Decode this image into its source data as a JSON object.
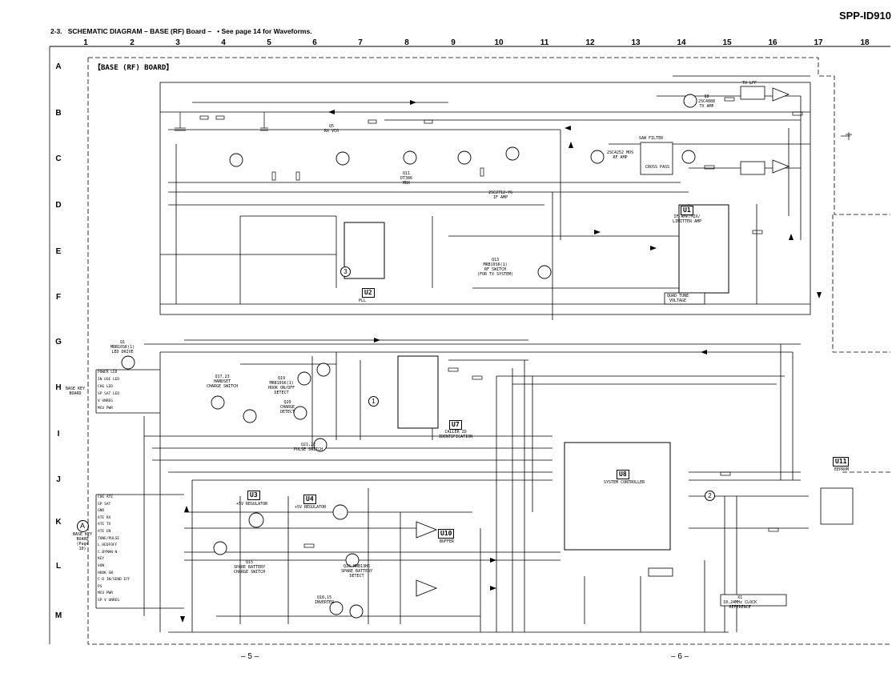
{
  "header": {
    "model": "SPP-ID910",
    "section": "2-3.",
    "title": "SCHEMATIC  DIAGRAM  – BASE (RF) Board –",
    "note": "• See page 14 for Waveforms."
  },
  "grid": {
    "columns": [
      "1",
      "2",
      "3",
      "4",
      "5",
      "6",
      "7",
      "8",
      "9",
      "10",
      "11",
      "12",
      "13",
      "14",
      "15",
      "16",
      "17",
      "18"
    ],
    "rows": [
      "A",
      "B",
      "C",
      "D",
      "E",
      "F",
      "G",
      "H",
      "I",
      "J",
      "K",
      "L",
      "M"
    ]
  },
  "board_title": "【BASE (RF)  BOARD】",
  "chips": {
    "u1": "U1",
    "u1_desc": "IF AMP/MIX/\nLIMITTER AMP",
    "u2": "U2",
    "u2_desc": "PLL",
    "u3": "U3",
    "u3_desc": "+5V REGULATOR",
    "u4": "U4",
    "u4_desc": "+5V REGULATOR",
    "u7": "U7",
    "u7_desc": "CALLER ID\nIDENTIFICATION",
    "u8": "U8",
    "u8_desc": "SYSTEM CONTROLLER",
    "u10": "U10",
    "u10_desc": "BUFFER",
    "u11": "U11",
    "u11_desc": "EEPROM"
  },
  "transistors": {
    "q_led": "Q1\nMRB10SK(1)\nLED DRIVE",
    "q_rxvco": "Q5\nRX VCO",
    "q_txamp": "Q8\n2SC4888\nTX AMP",
    "q_rxmix": "2SC4252 MOS\nRF AMP",
    "q_dbl": "Q11\nDT386\nMBX",
    "q_ifamp": "2SC2712-YG\nIF AMP",
    "q_swtx": "Q13\nMRB10SK(1)\nRF SWITCH\n(FOR TX SYSTEM)",
    "q_handset": "Q17,23\nHANDSET\nCHARGE SWITCH",
    "q_hook": "Q19\nMRB10SK(1)\nHOOK ON/OFF\nDETECT",
    "q_charge": "Q20\nCHARGE\nDETECT",
    "q_pulse": "Q21,22\nPULSE SWITCH",
    "q_spare_det": "Q16 MRB13H5\nSPARE BATTERY\nDETECT",
    "q_spare_sw": "Q15\nSPARE BATTERY\nCHARGE SWITCH",
    "q_inv": "Q18,15\nINVERTER"
  },
  "connectors": {
    "base_key": "BASE KEY\nBOARD",
    "base_key_lines": [
      "POWER LED",
      "IN USE LED",
      "CHG LED",
      "SP SAT LED",
      "V UNREG",
      "MCU PWR"
    ],
    "a_label": "A",
    "a_desc": "BASE KEY\nBOARD\n(Page\n10)",
    "a_lines": [
      "CHG ATE",
      "SP SAT",
      "GND",
      "ATE RX",
      "ATE TX",
      "ATE EN",
      "TONE/PULSE",
      "L.HEDFOFF",
      "C.BYMAN-N",
      "KEY",
      "VON",
      "HOOK SW",
      "C-D IN/SEND EFF",
      "PS",
      "MCU PWR",
      "SP V UNREG"
    ]
  },
  "callouts": [
    "1",
    "2",
    "3"
  ],
  "clock": "X1\n10.24MHz CLOCK\nREFERENCE",
  "filters": {
    "saw": "SAW FILTER",
    "crystal": "CROSS PASS",
    "lpf_tx": "TX LPF",
    "quad": "QUAD TUNE\nVOLTAGE"
  },
  "page_numbers": {
    "left": "– 5 –",
    "right": "– 6 –"
  }
}
